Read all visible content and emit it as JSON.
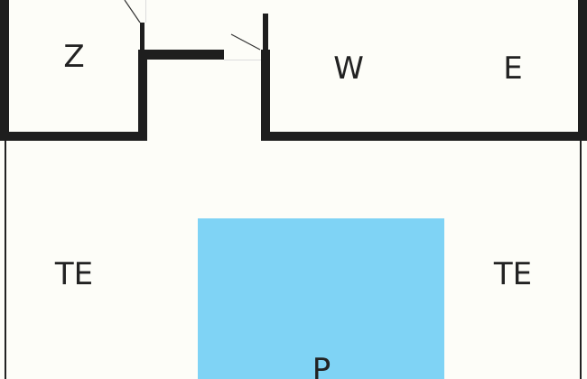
{
  "rooms": {
    "z": "Z",
    "w": "W",
    "e": "E",
    "te_left": "TE",
    "te_right": "TE",
    "pool": "P"
  },
  "colors": {
    "pool": "#7fd3f5",
    "wall": "#1e1e1e",
    "background": "#fdfdf8"
  }
}
